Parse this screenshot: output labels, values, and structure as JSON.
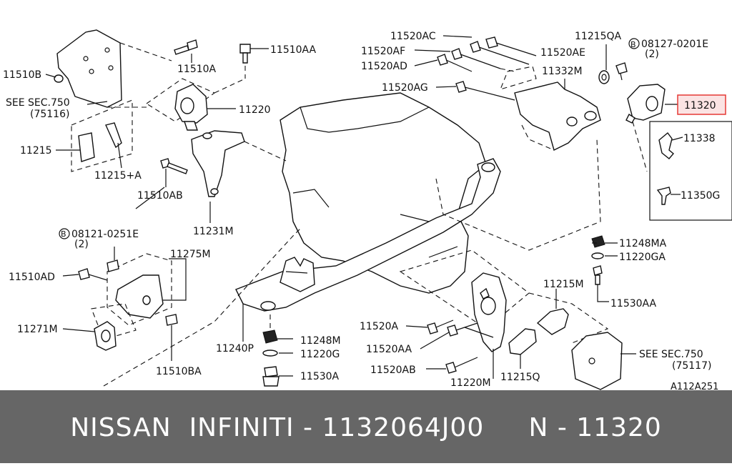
{
  "diagram": {
    "labels": {
      "p11510B": "11510B",
      "see750a": "SEE SEC.750",
      "code75116": "(75116)",
      "p11510A": "11510A",
      "p11510AA": "11510AA",
      "p11220": "11220",
      "p11215": "11215",
      "p11215A": "11215+A",
      "p11510AB": "11510AB",
      "p11231M": "11231M",
      "p11520AC": "11520AC",
      "p11520AF": "11520AF",
      "p11520AD": "11520AD",
      "p11520AG": "11520AG",
      "p11520AE": "11520AE",
      "p11332M": "11332M",
      "p11215QA": "11215QA",
      "b08127": "08127-0201E",
      "qty2a": "(2)",
      "p11320": "11320",
      "p11338": "11338",
      "p11350G": "11350G",
      "b08121": "08121-0251E",
      "qty2b": "(2)",
      "p11275M": "11275M",
      "p11510AD": "11510AD",
      "p11271M": "11271M",
      "p11510BA": "11510BA",
      "p11248MA": "11248MA",
      "p11220GA": "11220GA",
      "p11530AA": "11530AA",
      "p11215M": "11215M",
      "p11520A": "11520A",
      "p11520AA": "11520AA",
      "p11520AB": "11520AB",
      "p11220M": "11220M",
      "p11215Q": "11215Q",
      "see750b": "SEE SEC.750",
      "code75117": "(75117)",
      "p11240P": "11240P",
      "p11248M": "11248M",
      "p11220G": "11220G",
      "p11530A": "11530A",
      "figcode": "A112A251",
      "circleB1": "B",
      "circleB2": "B"
    },
    "highlight_color": "#e53935",
    "highlight_fill": "#fbe3e3"
  },
  "footer": {
    "text": "NISSAN  INFINITI - 1132064J00     N - 11320",
    "background": "#666666",
    "color": "#ffffff"
  }
}
